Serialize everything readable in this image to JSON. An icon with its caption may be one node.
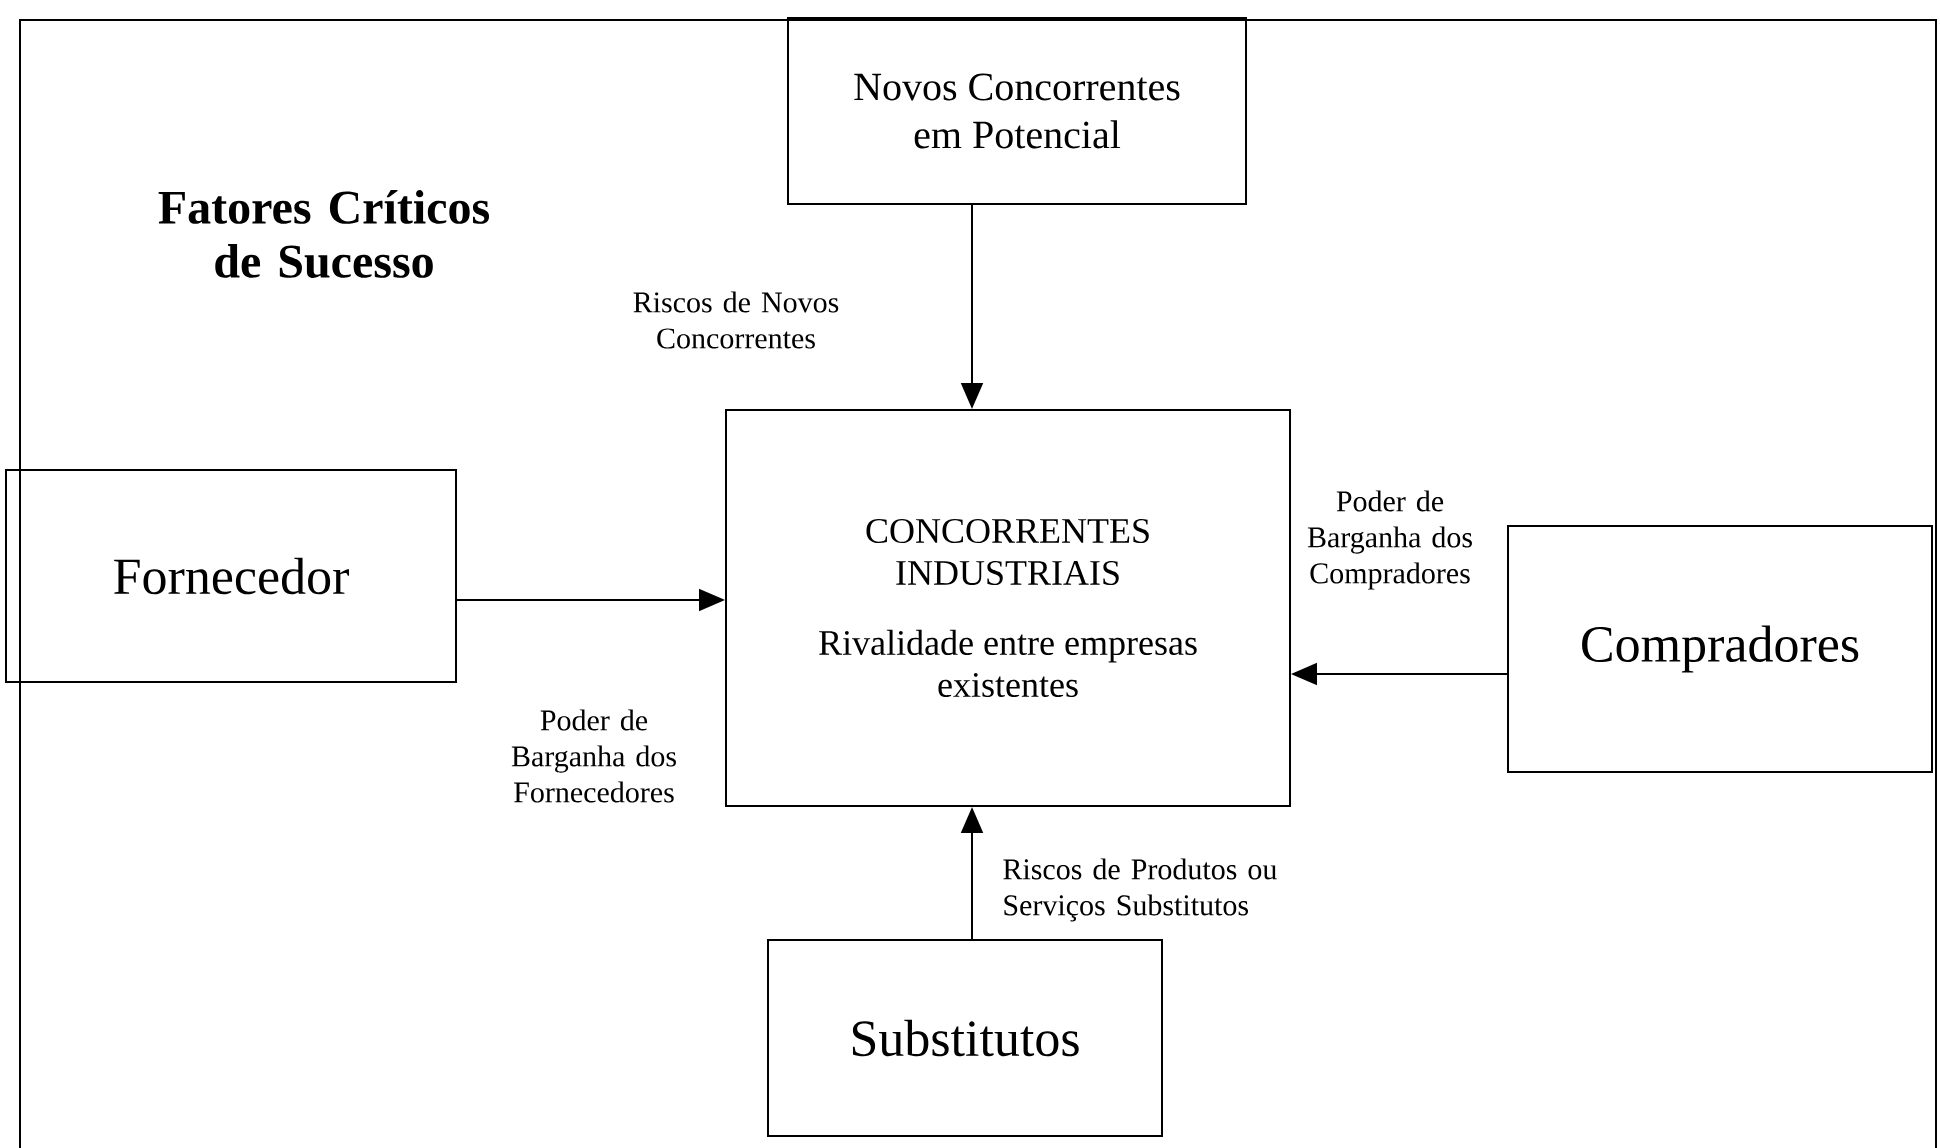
{
  "diagram": {
    "title": "Fatores Críticos de Sucesso",
    "nodes": [
      {
        "text": [
          "Novos Concorrentes em Potencial"
        ]
      },
      {
        "text": [
          "Fornecedor"
        ]
      },
      {
        "text": [
          "CONCORRENTES INDUSTRIAIS",
          "Rivalidade entre empresas existentes"
        ]
      },
      {
        "text": [
          "Compradores"
        ]
      },
      {
        "text": [
          "Substitutos"
        ]
      }
    ],
    "edges": [
      {
        "from": 0,
        "to": 2,
        "arrow": "to",
        "label": "Riscos de Novos Concorrentes"
      },
      {
        "from": 1,
        "to": 2,
        "arrow": "to",
        "label": "Poder de Barganha dos Fornecedores"
      },
      {
        "from": 3,
        "to": 2,
        "arrow": "to",
        "label": "Poder de Barganha dos Compradores"
      },
      {
        "from": 4,
        "to": 2,
        "arrow": "to",
        "label": "Riscos de Produtos ou Serviços Substitutos"
      }
    ]
  }
}
